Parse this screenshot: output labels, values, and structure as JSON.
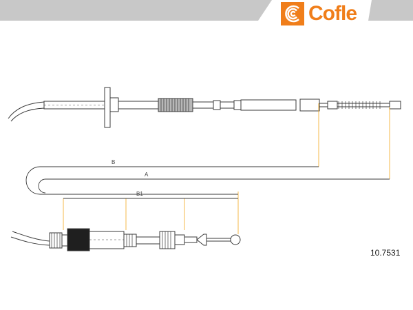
{
  "brand": {
    "name": "Cofle",
    "logo_icon": "cofle-c-logo-icon",
    "color": "#f07e1a"
  },
  "drawing": {
    "dimensions": {
      "b": "B",
      "a": "A",
      "b1": "B1"
    },
    "dimension_color": "#f2a81d",
    "line_color": "#3a3a3a",
    "band_color": "#c8c8c8"
  },
  "part_number": "10.7531"
}
